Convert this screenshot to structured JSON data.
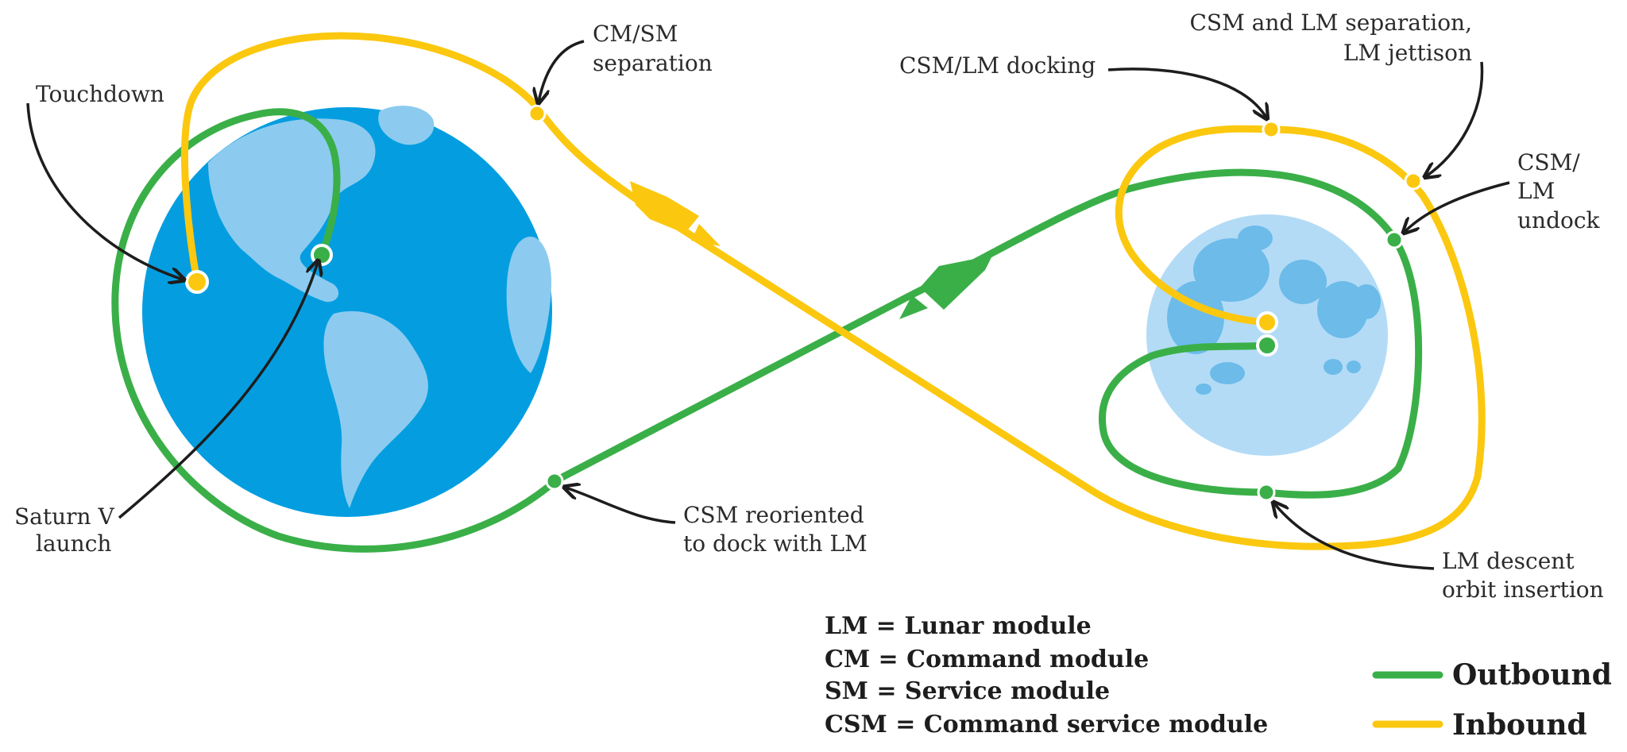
{
  "labels": {
    "touchdown": "Touchdown",
    "cm_sm_separation_1": "CM/SM",
    "cm_sm_separation_2": "separation",
    "csm_lm_docking": "CSM/LM docking",
    "csm_lm_separation_1": "CSM and LM separation,",
    "csm_lm_separation_2": "LM jettison",
    "csm_lm_undock_1": "CSM/",
    "csm_lm_undock_2": "LM",
    "csm_lm_undock_3": "undock",
    "saturn_v_launch_1": "Saturn V",
    "saturn_v_launch_2": "launch",
    "csm_reoriented_1": "CSM reoriented",
    "csm_reoriented_2": "to dock with LM",
    "lm_descent_1": "LM descent",
    "lm_descent_2": "orbit insertion"
  },
  "key": [
    "LM = Lunar module",
    "CM = Command module",
    "SM = Service module",
    "CSM = Command service module"
  ],
  "legend": {
    "outbound": "Outbound",
    "inbound": "Inbound"
  },
  "colors": {
    "outbound": "#3aaf48",
    "inbound": "#fbc80f",
    "earth_ocean": "#049ee0",
    "earth_land": "#8ccbef",
    "moon_base": "#b3dbf6",
    "moon_mare": "#6cbbe9",
    "text": "#1d1d1d"
  }
}
